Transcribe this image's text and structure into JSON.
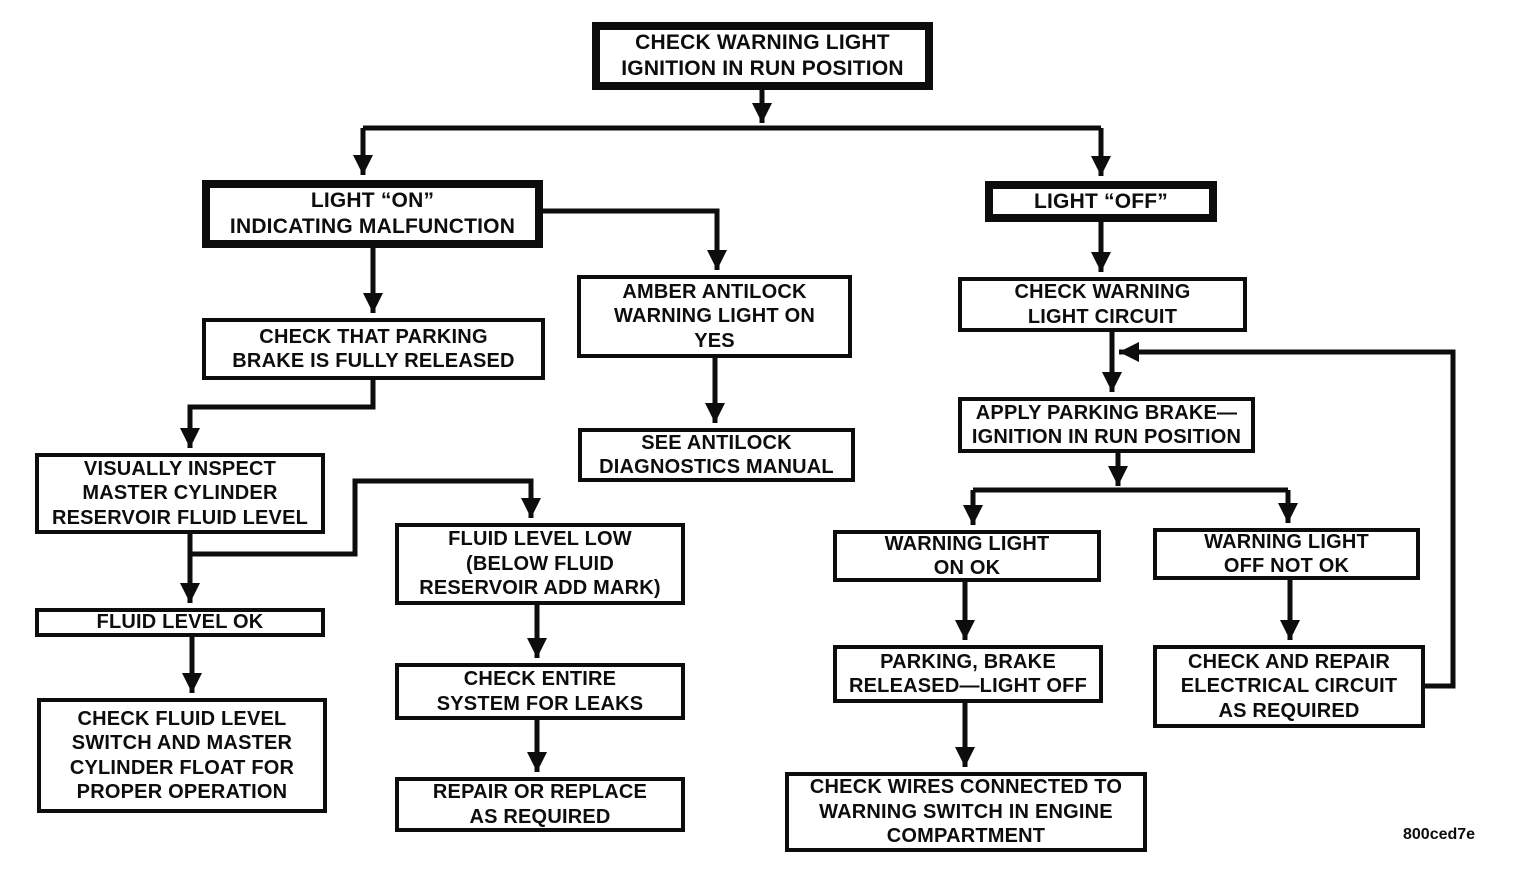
{
  "diagram": {
    "type": "flowchart",
    "figure_code": "800ced7e",
    "colors": {
      "ink": "#0d0d0d",
      "background": "#ffffff"
    },
    "nodes": {
      "start": "CHECK WARNING LIGHT\nIGNITION IN RUN POSITION",
      "light_on": "LIGHT “ON”\nINDICATING MALFUNCTION",
      "light_off": "LIGHT “OFF”",
      "check_parking": "CHECK THAT PARKING\nBRAKE IS FULLY RELEASED",
      "amber_antilock": "AMBER ANTILOCK\nWARNING LIGHT ON\nYES",
      "see_antilock": "SEE ANTILOCK\nDIAGNOSTICS MANUAL",
      "visually_inspect": "VISUALLY INSPECT\nMASTER CYLINDER\nRESERVOIR FLUID LEVEL",
      "fluid_ok": "FLUID LEVEL OK",
      "check_fluid_switch": "CHECK FLUID LEVEL\nSWITCH AND MASTER\nCYLINDER FLOAT FOR\nPROPER OPERATION",
      "fluid_low": "FLUID LEVEL LOW\n(BELOW FLUID\nRESERVOIR ADD MARK)",
      "check_leaks": "CHECK ENTIRE\nSYSTEM FOR LEAKS",
      "repair_replace": "REPAIR OR REPLACE\nAS REQUIRED",
      "check_circuit": "CHECK WARNING\nLIGHT CIRCUIT",
      "apply_brake": "APPLY PARKING BRAKE—\nIGNITION IN RUN POSITION",
      "wl_on_ok": "WARNING LIGHT\nON OK",
      "wl_off_not_ok": "WARNING LIGHT\nOFF NOT OK",
      "parking_released": "PARKING, BRAKE\nRELEASED—LIGHT OFF",
      "check_repair_circuit": "CHECK AND REPAIR\nELECTRICAL CIRCUIT\nAS REQUIRED",
      "check_wires": "CHECK WIRES CONNECTED TO\nWARNING SWITCH IN ENGINE\nCOMPARTMENT"
    }
  }
}
